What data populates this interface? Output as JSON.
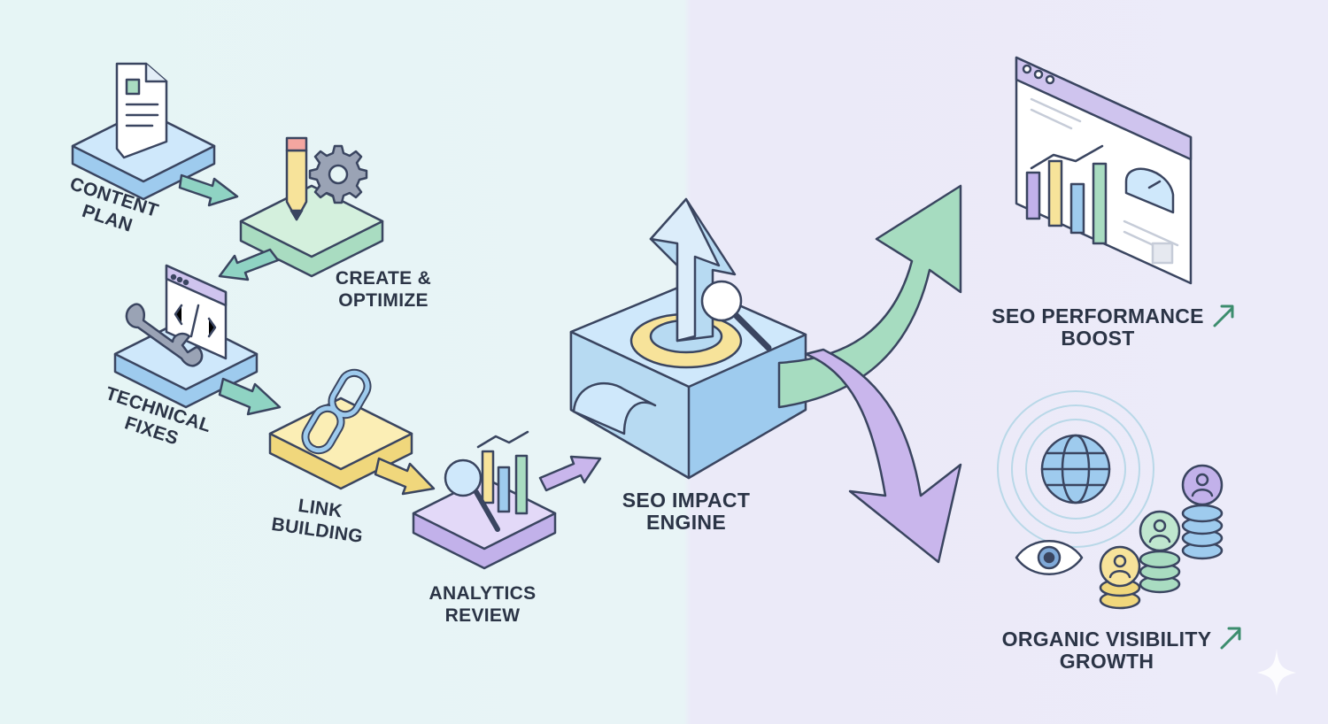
{
  "labels": {
    "content_plan": [
      "CONTENT",
      "PLAN"
    ],
    "create_optimize": [
      "CREATE &",
      "OPTIMIZE"
    ],
    "technical_fixes": [
      "TECHNICAL",
      "FIXES"
    ],
    "link_building": [
      "LINK",
      "BUILDING"
    ],
    "analytics_review": [
      "ANALYTICS",
      "REVIEW"
    ],
    "seo_engine": [
      "SEO IMPACT",
      "ENGINE"
    ],
    "performance_boost": [
      "SEO PERFORMANCE",
      "BOOST"
    ],
    "visibility_growth": [
      "ORGANIC VISIBILITY",
      "GROWTH"
    ]
  },
  "colors": {
    "outline": "#3a4560",
    "blue": "#b7daf2",
    "green": "#bfe6cf",
    "yellow": "#f7e39a",
    "purple": "#d3c6f0",
    "teal_arrow": "#8fd3c3",
    "growth_arrow": "#a6dcc0",
    "down_arrow": "#c9b6ec"
  },
  "icons": [
    "document-icon",
    "pencil-icon",
    "gear-icon",
    "code-window-icon",
    "wrench-icon",
    "chain-link-icon",
    "magnifier-icon",
    "bar-chart-icon",
    "browser-window-icon",
    "gauge-icon",
    "globe-icon",
    "eye-icon",
    "user-coin-icon"
  ]
}
